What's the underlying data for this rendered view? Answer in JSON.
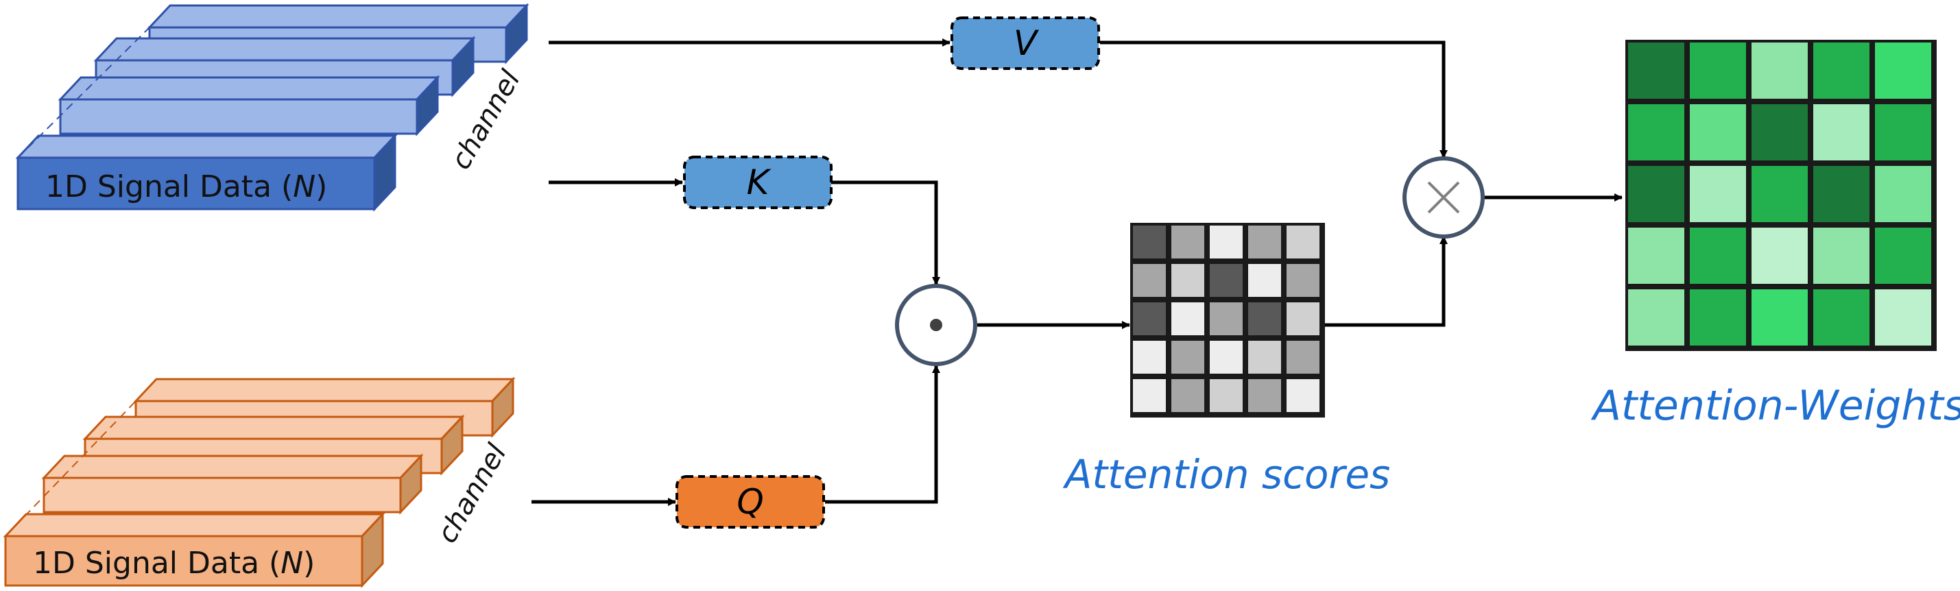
{
  "signal_blue": {
    "label_prefix": "1D Signal Data (",
    "label_var": "N",
    "label_suffix": ")",
    "channel_label": "channel",
    "colors": {
      "front": "#4472C4",
      "top": "#9DB7E8",
      "side": "#2F5597",
      "stroke": "#2F52A8"
    }
  },
  "signal_orange": {
    "label_prefix": "1D Signal Data (",
    "label_var": "N",
    "label_suffix": ")",
    "channel_label": "channel",
    "colors": {
      "front": "#F4B183",
      "top": "#F8CBAD",
      "side": "#C9925E",
      "stroke": "#C55A11"
    }
  },
  "vectors": {
    "v": {
      "label": "V",
      "color": "#5B9BD5"
    },
    "k": {
      "label": "K",
      "color": "#5B9BD5"
    },
    "q": {
      "label": "Q",
      "color": "#ED7D31"
    }
  },
  "operators": {
    "dot_symbol": "⊙",
    "multiply_symbol": "×"
  },
  "attention_scores": {
    "label": "Attention scores",
    "grid": [
      [
        "#595959",
        "#A6A6A6",
        "#EDEDED",
        "#A6A6A6",
        "#D0D0D0"
      ],
      [
        "#A6A6A6",
        "#D0D0D0",
        "#595959",
        "#EDEDED",
        "#A6A6A6"
      ],
      [
        "#595959",
        "#EDEDED",
        "#A6A6A6",
        "#595959",
        "#D0D0D0"
      ],
      [
        "#EDEDED",
        "#A6A6A6",
        "#EDEDED",
        "#D0D0D0",
        "#A6A6A6"
      ],
      [
        "#EDEDED",
        "#A6A6A6",
        "#D0D0D0",
        "#A6A6A6",
        "#EDEDED"
      ]
    ]
  },
  "attention_weights": {
    "label": "Attention-Weights",
    "grid": [
      [
        "#1B7A3A",
        "#23B04F",
        "#8EE3A6",
        "#23B04F",
        "#3ADB6E"
      ],
      [
        "#23B04F",
        "#62DD88",
        "#1B7A3A",
        "#A6EBBB",
        "#23B04F"
      ],
      [
        "#1B7A3A",
        "#A6EBBB",
        "#23B04F",
        "#1B7A3A",
        "#75E298"
      ],
      [
        "#8EE3A6",
        "#23B04F",
        "#BDF0CD",
        "#8EE3A6",
        "#23B04F"
      ],
      [
        "#8EE3A6",
        "#23B04F",
        "#3ADB6E",
        "#23B04F",
        "#BDF0CD"
      ]
    ]
  },
  "label_color": "#1F6FD1"
}
